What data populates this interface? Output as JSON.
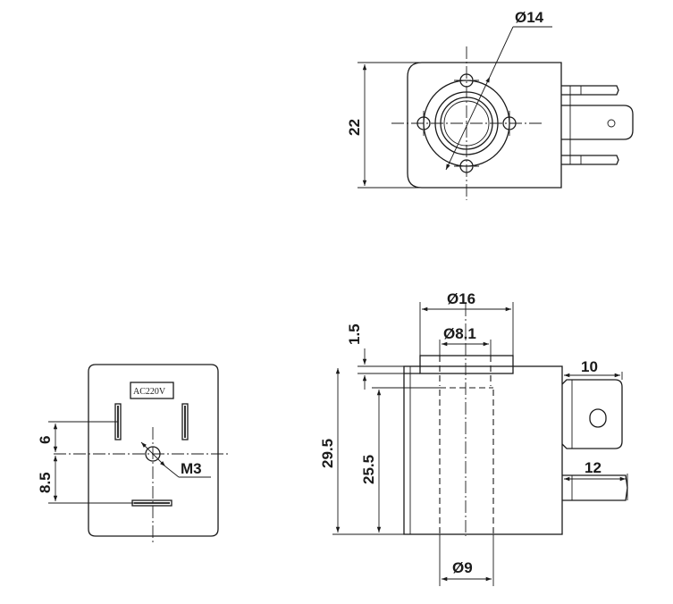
{
  "dimensions": {
    "top_dia14": "Ø14",
    "top_height22": "22",
    "front_dia16": "Ø16",
    "front_dia8_1": "Ø8.1",
    "front_1_5": "1.5",
    "front_10": "10",
    "front_29_5": "29.5",
    "front_25_5": "25.5",
    "front_12": "12",
    "front_dia9": "Ø9",
    "side_6": "6",
    "side_8_5": "8.5",
    "side_m3": "M3"
  },
  "labels": {
    "voltage": "AC220V"
  }
}
